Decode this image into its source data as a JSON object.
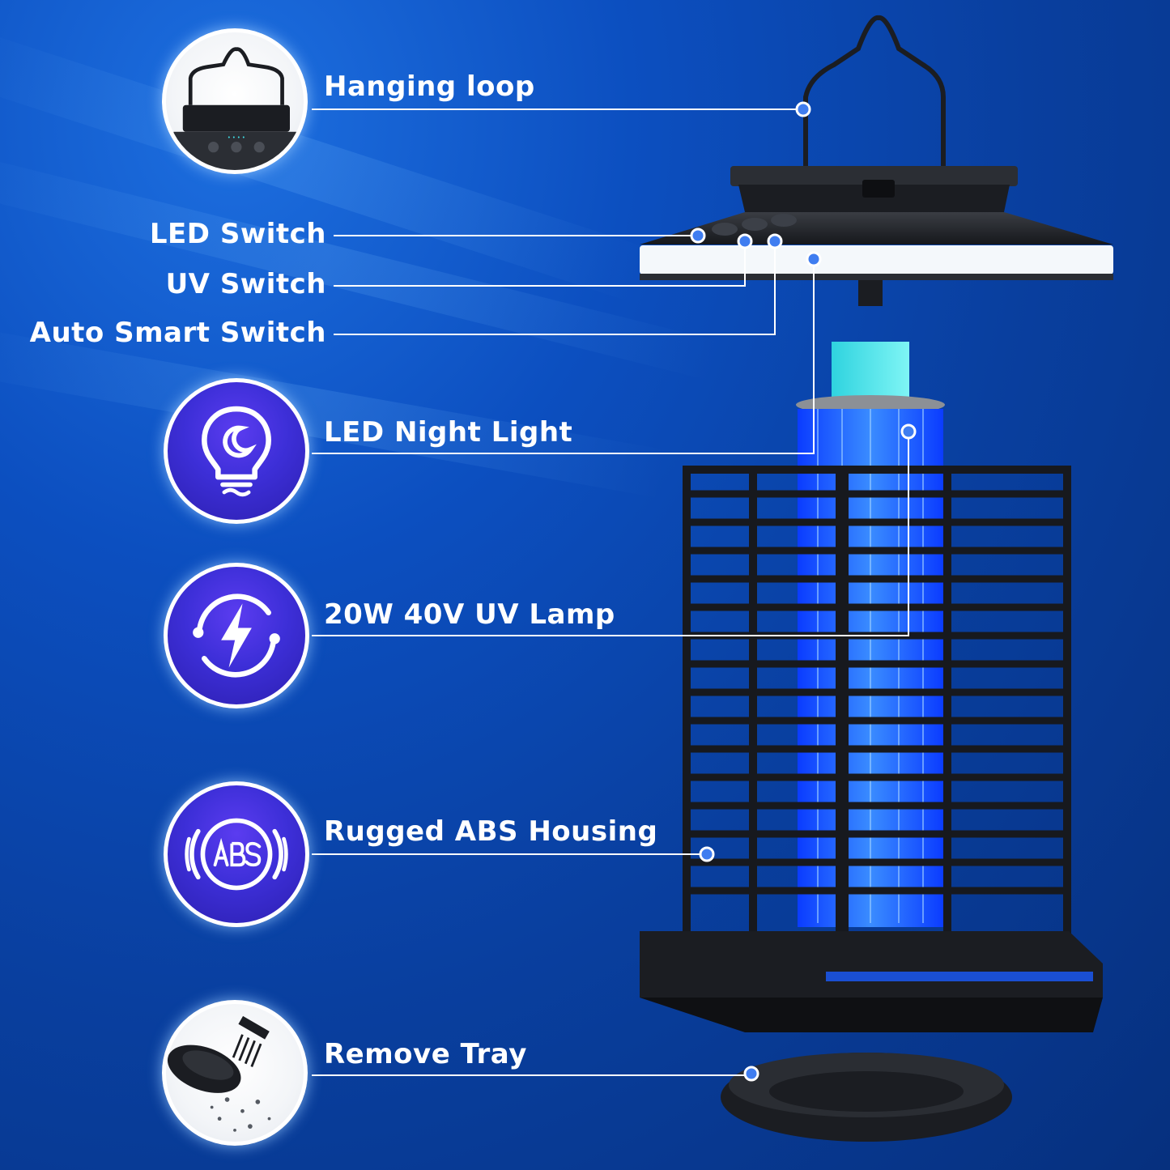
{
  "callouts": {
    "hanging_loop": "Hanging loop",
    "led_switch": "LED Switch",
    "uv_switch": "UV Switch",
    "auto_smart_switch": "Auto Smart Switch",
    "led_night_light": "LED Night Light",
    "uv_lamp": "20W 40V UV Lamp",
    "abs_housing": "Rugged ABS Housing",
    "remove_tray": "Remove Tray"
  },
  "icons": {
    "hanging_loop": "hanging-loop-photo",
    "led_night_light": "bulb-moon-icon",
    "uv_lamp": "lightning-cycle-icon",
    "abs_housing": "abs-icon",
    "remove_tray": "tray-brush-photo"
  },
  "colors": {
    "background": "#0c4fc0",
    "accent_purple": "#3d2fd8",
    "uv_blue": "#1e7bff",
    "led_cyan": "#3fe0e8",
    "callout_dot": "#3f7df0",
    "product_black": "#1b1d22"
  },
  "indicator_text": "• • • •"
}
